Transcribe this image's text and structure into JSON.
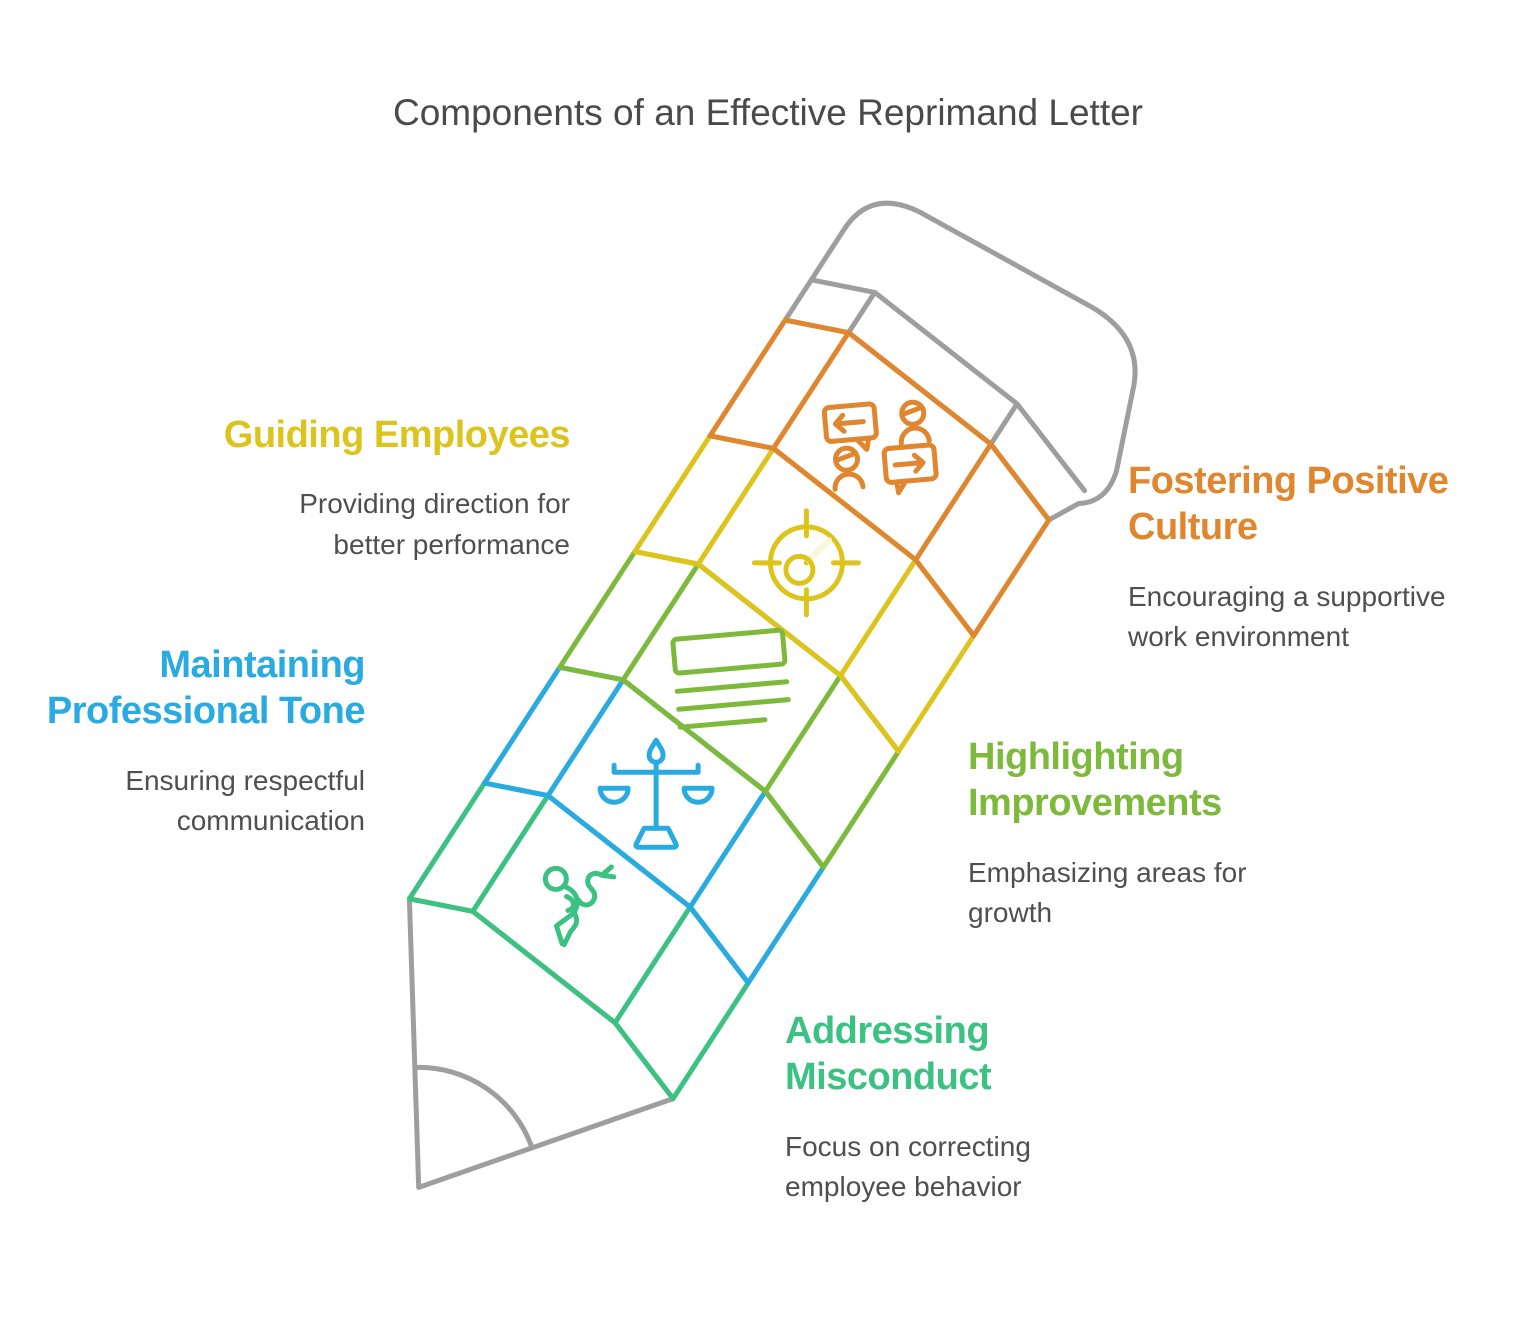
{
  "title": "Components of an Effective Reprimand Letter",
  "colors": {
    "background": "#FFFFFF",
    "title_text": "#4A4A4A",
    "body_text": "#4F4F4F",
    "orange": "#E0862F",
    "orange_fill": "#FBEADC",
    "yellow": "#DDC41D",
    "yellow_fill": "#FBF7D8",
    "lime": "#7DBA3C",
    "lime_fill": "#F0F6DA",
    "blue": "#29ABE2",
    "blue_fill": "#E0F2FB",
    "green": "#3BC283",
    "green_fill": "#E3F8EC",
    "gray": "#9E9E9E",
    "gray_fill": "#F0F0F0"
  },
  "labels": {
    "guiding": {
      "heading": "Guiding Employees",
      "body": "Providing direction for\nbetter performance",
      "accent": "yellow"
    },
    "maintaining": {
      "heading": "Maintaining\nProfessional Tone",
      "body": "Ensuring respectful\ncommunication",
      "accent": "blue"
    },
    "fostering": {
      "heading": "Fostering Positive\nCulture",
      "body": "Encouraging a supportive\nwork environment",
      "accent": "orange"
    },
    "highlighting": {
      "heading": "Highlighting\nImprovements",
      "body": "Emphasizing areas for\ngrowth",
      "accent": "lime"
    },
    "addressing": {
      "heading": "Addressing\nMisconduct",
      "body": "Focus on correcting\nemployee behavior",
      "accent": "green"
    }
  },
  "pencil": {
    "segments": [
      {
        "label": "Fostering Positive Culture",
        "icon": "conversation-icon",
        "accent": "orange"
      },
      {
        "label": "Guiding Employees",
        "icon": "target-icon",
        "accent": "yellow"
      },
      {
        "label": "Highlighting Improvements",
        "icon": "document-icon",
        "accent": "lime"
      },
      {
        "label": "Maintaining Professional Tone",
        "icon": "scales-icon",
        "accent": "blue"
      },
      {
        "label": "Addressing Misconduct",
        "icon": "person-icon",
        "accent": "green"
      }
    ],
    "parts": [
      "eraser",
      "body",
      "tip"
    ]
  }
}
